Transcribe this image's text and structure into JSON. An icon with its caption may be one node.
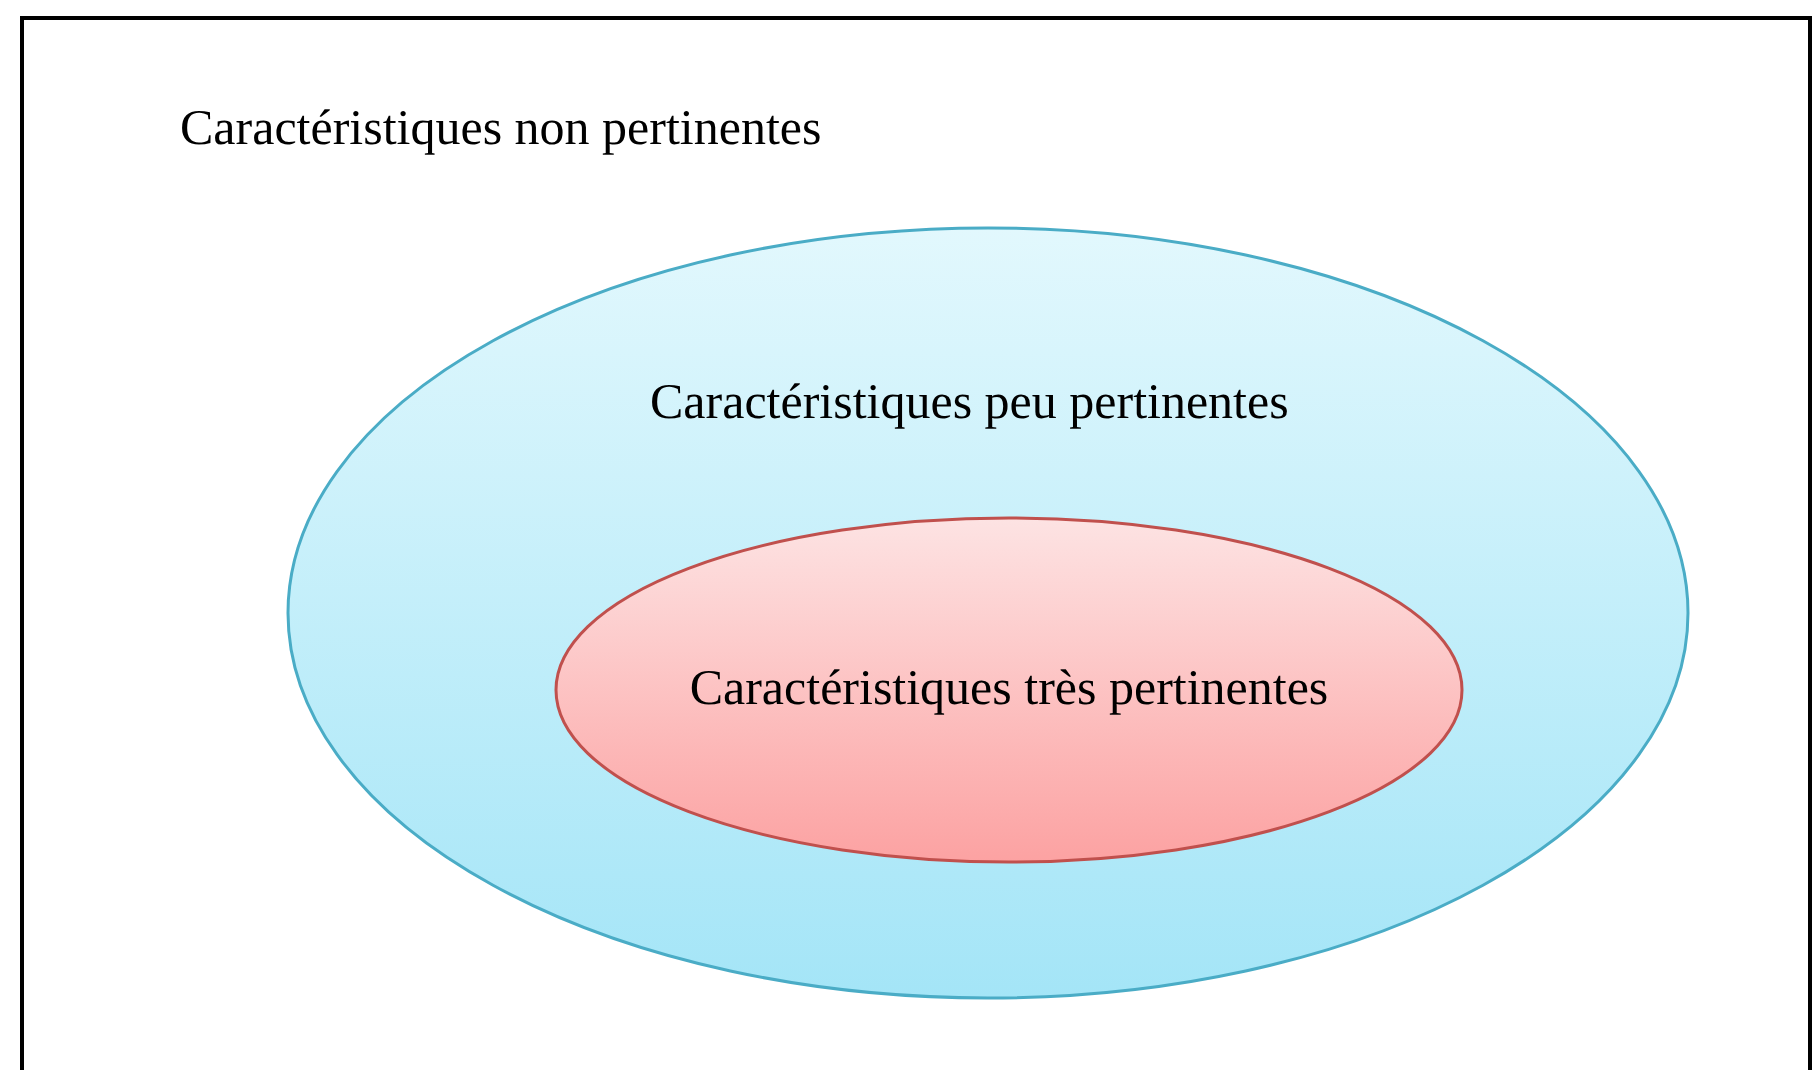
{
  "diagram": {
    "nodes": [
      {
        "text": [
          "Caractéristiques non pertinentes"
        ]
      },
      {
        "text": [
          "Caractéristiques peu pertinentes"
        ],
        "in": 0
      },
      {
        "text": [
          "Caractéristiques très pertinentes"
        ],
        "in": 1
      }
    ]
  }
}
